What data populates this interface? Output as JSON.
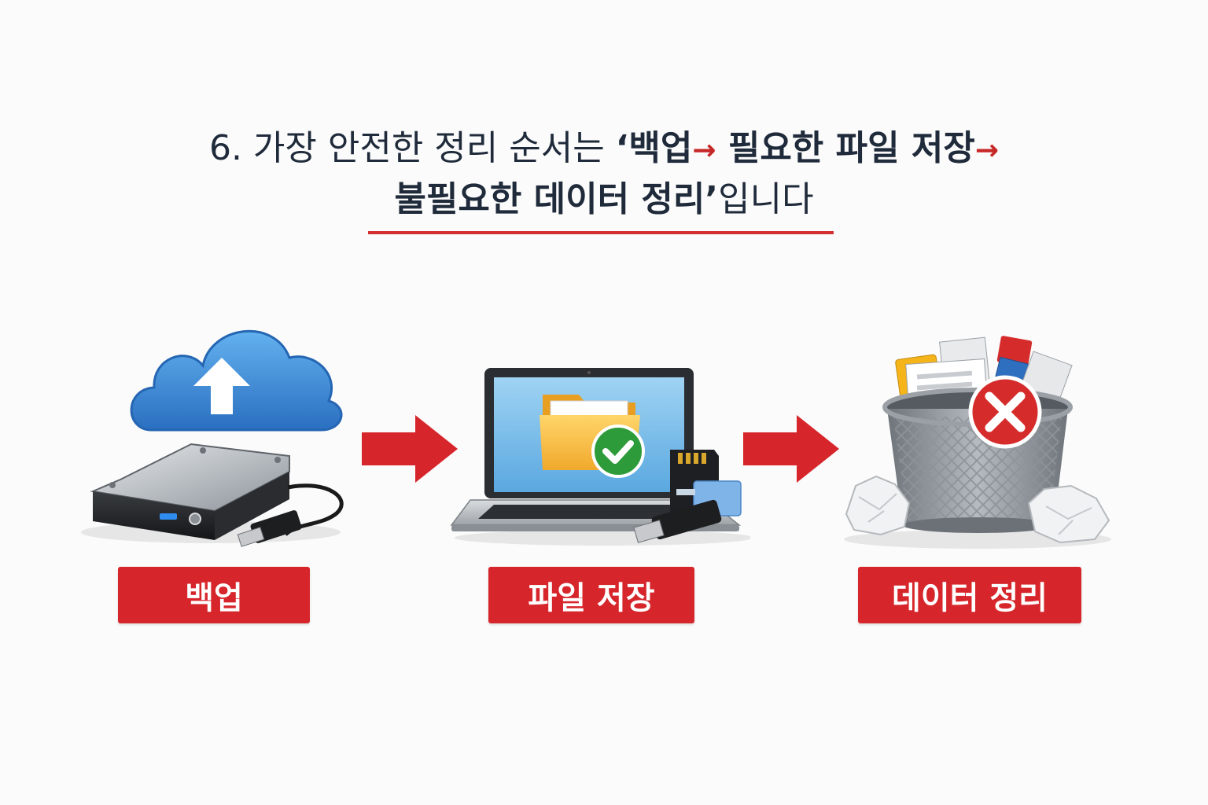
{
  "title": {
    "line1_normal": "6. 가장 안전한 정리 순서는 ",
    "line1_strong_a": "‘백업",
    "line1_arrow_a": "→",
    "line1_strong_b": " 필요한 파일 저장",
    "line1_arrow_b": "→",
    "line2_strong": "불필요한 데이터 정리’",
    "line2_normal": "입니다"
  },
  "steps": [
    {
      "label": "백업",
      "icon": "cloud-upload-external-drive-icon"
    },
    {
      "label": "파일 저장",
      "icon": "laptop-folder-check-icon"
    },
    {
      "label": "데이터 정리",
      "icon": "trash-bin-delete-icon"
    }
  ],
  "colors": {
    "accent_red": "#d7262b",
    "title_text": "#1f2a3a",
    "cloud_blue": "#3a86d4",
    "folder_yellow": "#f5b73b",
    "check_green": "#2e9b3a"
  }
}
